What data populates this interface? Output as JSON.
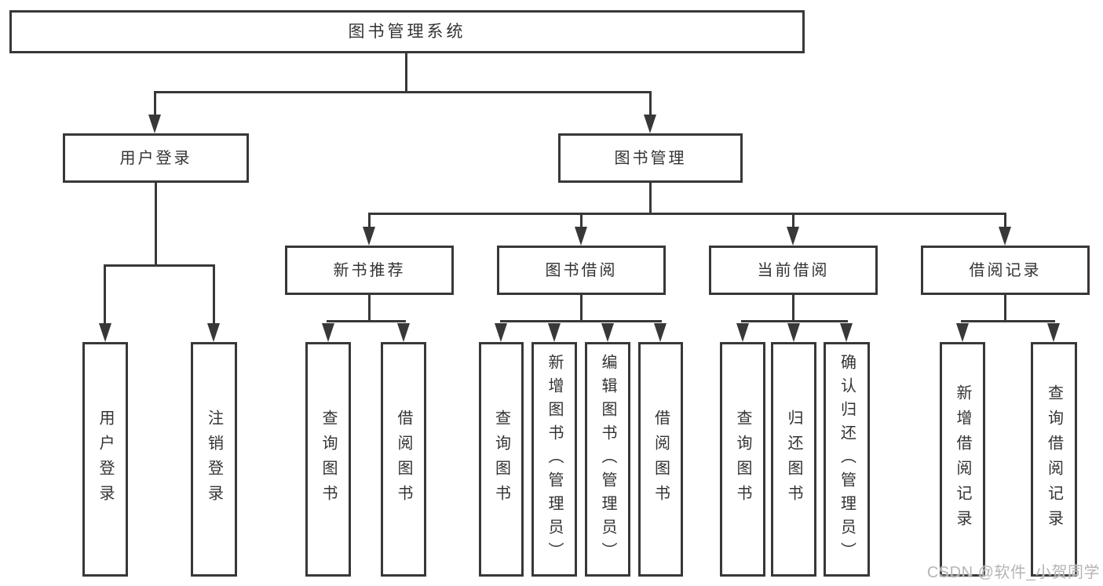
{
  "colors": {
    "line": "#383838",
    "text": "#333333",
    "background": "#ffffff",
    "watermark": "#b5b5b5"
  },
  "watermark": {
    "text": "CSDN @软件_小贺同学"
  },
  "tree": {
    "root": {
      "label": "图书管理系统",
      "children": [
        {
          "label": "用户登录",
          "children": [
            {
              "label": "用户登录"
            },
            {
              "label": "注销登录"
            }
          ]
        },
        {
          "label": "图书管理",
          "children": [
            {
              "label": "新书推荐",
              "children": [
                {
                  "label": "查询图书"
                },
                {
                  "label": "借阅图书"
                }
              ]
            },
            {
              "label": "图书借阅",
              "children": [
                {
                  "label": "查询图书"
                },
                {
                  "label": "新增图书（管理员）"
                },
                {
                  "label": "编辑图书（管理员）"
                },
                {
                  "label": "借阅图书"
                }
              ]
            },
            {
              "label": "当前借阅",
              "children": [
                {
                  "label": "查询图书"
                },
                {
                  "label": "归还图书"
                },
                {
                  "label": "确认归还（管理员）"
                }
              ]
            },
            {
              "label": "借阅记录",
              "children": [
                {
                  "label": "新增借阅记录"
                },
                {
                  "label": "查询借阅记录"
                }
              ]
            }
          ]
        }
      ]
    }
  }
}
